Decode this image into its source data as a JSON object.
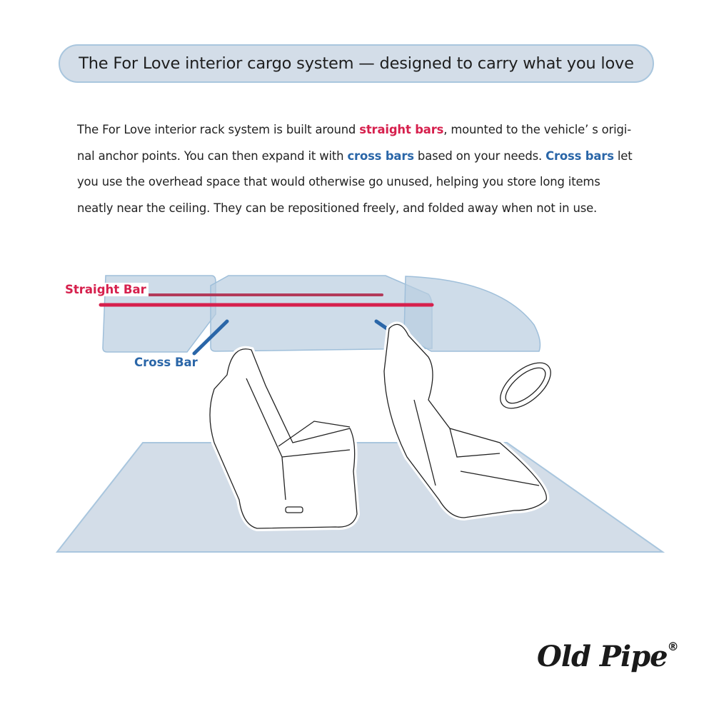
{
  "title": "The For Love interior cargo system — designed to carry what you love",
  "paragraph": {
    "l1a": "The For Love interior rack system is built around ",
    "l1b": "straight bars",
    "l1c": ", mounted to the vehicle’ s origi-",
    "l2a": "nal anchor points. You can then expand it with ",
    "l2b": "cross bars",
    "l2c": " based on your needs. ",
    "l2d": "Cross bars",
    "l2e": " let",
    "l3": "you use the overhead space that would otherwise go unused, helping you store long items",
    "l4": "neatly near the ceiling. They can be repositioned freely, and folded away when not in use."
  },
  "diagram": {
    "straight_bar_label": "Straight Bar",
    "cross_bar_label": "Cross Bar"
  },
  "colors": {
    "straight": "#d6204d",
    "cross": "#2a66a8",
    "panel": "#d3dde8"
  },
  "logo": {
    "text": "Old Pipe",
    "mark": "®"
  }
}
